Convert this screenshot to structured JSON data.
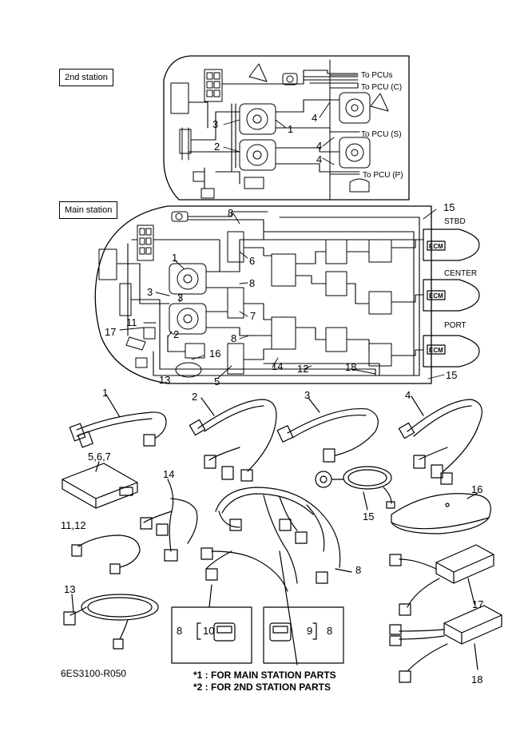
{
  "labels": {
    "station2": "2nd station",
    "main_station": "Main station",
    "to_pcus": "To PCUs",
    "to_pcu_c": "To PCU (C)",
    "to_pcu_s": "To PCU (S)",
    "to_pcu_p": "To PCU (P)",
    "stbd": "STBD",
    "center": "CENTER",
    "port": "PORT",
    "ecm": "ECM"
  },
  "callouts": {
    "n1": "1",
    "n2": "2",
    "n3": "3",
    "n4": "4",
    "n5": "5",
    "n6": "6",
    "n7": "7",
    "n8": "8",
    "n11": "11",
    "n12": "12",
    "n13": "13",
    "n14": "14",
    "n15": "15",
    "n16": "16",
    "n17": "17",
    "n18": "18",
    "n567": "5,6,7",
    "n1112": "11,12",
    "inset_left_a": "8",
    "inset_left_b": "10",
    "inset_right_a": "9",
    "inset_right_b": "8"
  },
  "notes": {
    "code": "6ES3100-R050",
    "note1": "*1 : FOR MAIN STATION PARTS",
    "note2": "*2 : FOR 2ND STATION PARTS"
  }
}
